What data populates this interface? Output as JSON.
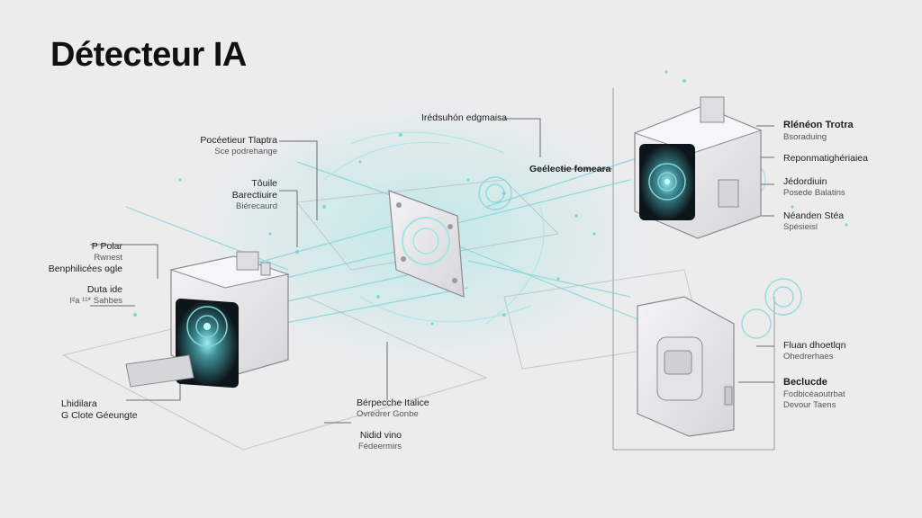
{
  "title": "Détecteur IA",
  "colors": {
    "accent": "#7fd6d8",
    "background": "#ececed",
    "device": "#e9e9ec",
    "screen": "#0f1a1f"
  },
  "labels": {
    "l1": {
      "a": "Pocéetieur Tlaptra",
      "b": "Sce podrehange"
    },
    "l2": {
      "a": "Tôuile",
      "b": "Barectiuire",
      "c": "Biérecaurd"
    },
    "l3": {
      "a": "P Polar",
      "b": "Rwnest",
      "c": "Benphilicées ogle"
    },
    "l4": {
      "a": "Duta ide",
      "b": "I²a ¹¹* Sahbes"
    },
    "l5": {
      "a": "Lhidilara",
      "b": "G Clote Géeungte"
    },
    "l6": {
      "a": "Irédsuhón edgmaisa"
    },
    "l7": {
      "a": "Geélectie fomeara"
    },
    "l8": {
      "a": "Bérpecche Italice",
      "b": "Ovredrer Gonbe"
    },
    "l9": {
      "a": "Nidid vino",
      "b": "Fédeermirs"
    },
    "r1": {
      "a": "Rlénéon Trotra",
      "b": "Bsoraduing"
    },
    "r2": {
      "a": "Reponmatighériaiea"
    },
    "r3": {
      "a": "Jédordiuin",
      "b": "Posede Balatins"
    },
    "r4": {
      "a": "Néanden Stéa",
      "b": "Spésieisl"
    },
    "r5": {
      "a": "Fluan dhoetlqn",
      "b": "Ohedrerhaes"
    },
    "r6": {
      "a": "Beclucde",
      "b": "Fodbicéaoutrbat",
      "c": "Devour Taens"
    }
  }
}
